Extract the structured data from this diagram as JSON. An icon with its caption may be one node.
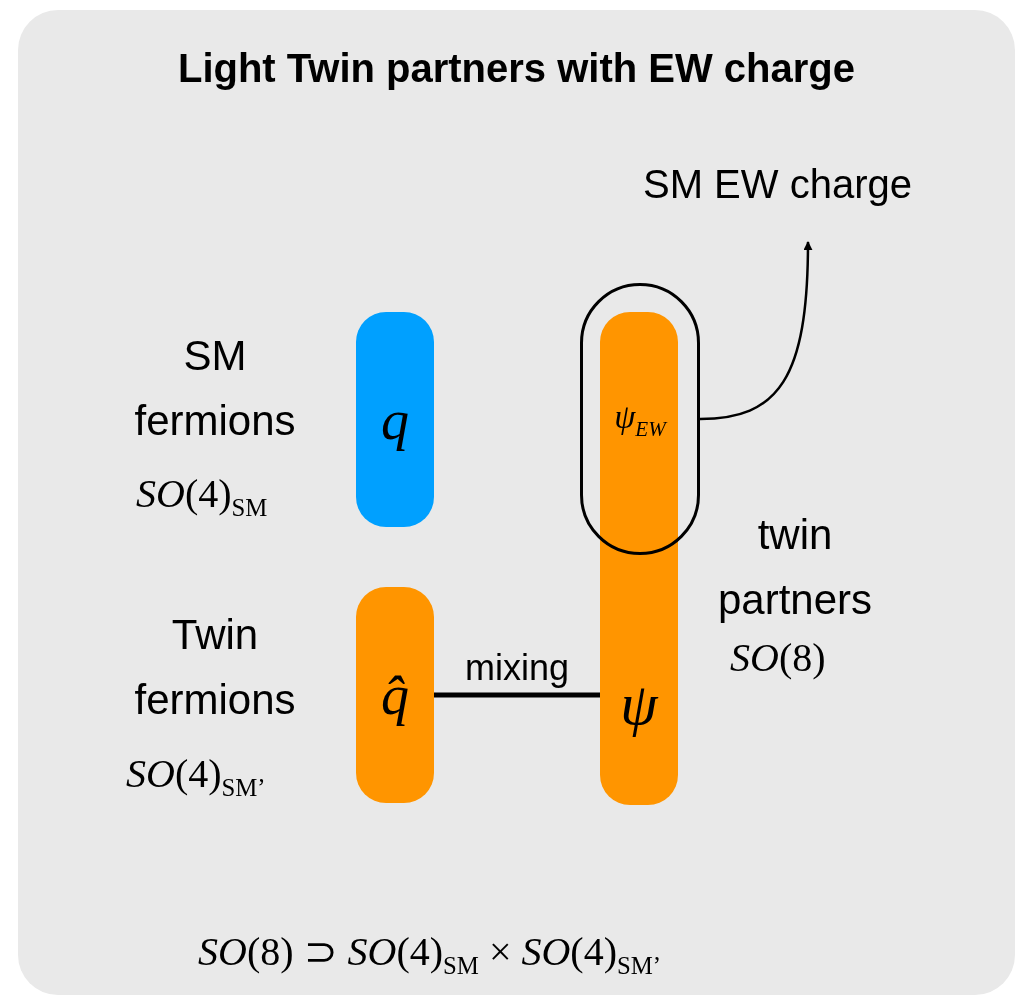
{
  "diagram": {
    "title": "Light Twin partners with EW charge",
    "nodes": [
      {
        "text": [
          "q"
        ],
        "beside": [
          "SM fermions",
          "*SO*(4)$_{SM}$"
        ]
      },
      {
        "text": [
          "q̂"
        ],
        "beside": [
          "Twin fermions",
          "*SO*(4)$_{SM’}$"
        ]
      },
      {
        "text": [
          "ψ"
        ],
        "beside": [
          "twin partners",
          "*SO*(8)"
        ]
      },
      {
        "text": [
          "ψ$_{EW}$"
        ]
      },
      {
        "text": [
          "SM EW charge"
        ]
      }
    ],
    "edges": [
      {
        "from": 1,
        "to": 2,
        "arrow": "none",
        "label": "mixing",
        "style": "thick"
      },
      {
        "from": 3,
        "to": 4,
        "arrow": "to"
      }
    ],
    "labels": [
      "*SO*(8) ⊃ *SO*(4)$_{SM}$ × *SO*(4)$_{SM’}$"
    ]
  }
}
